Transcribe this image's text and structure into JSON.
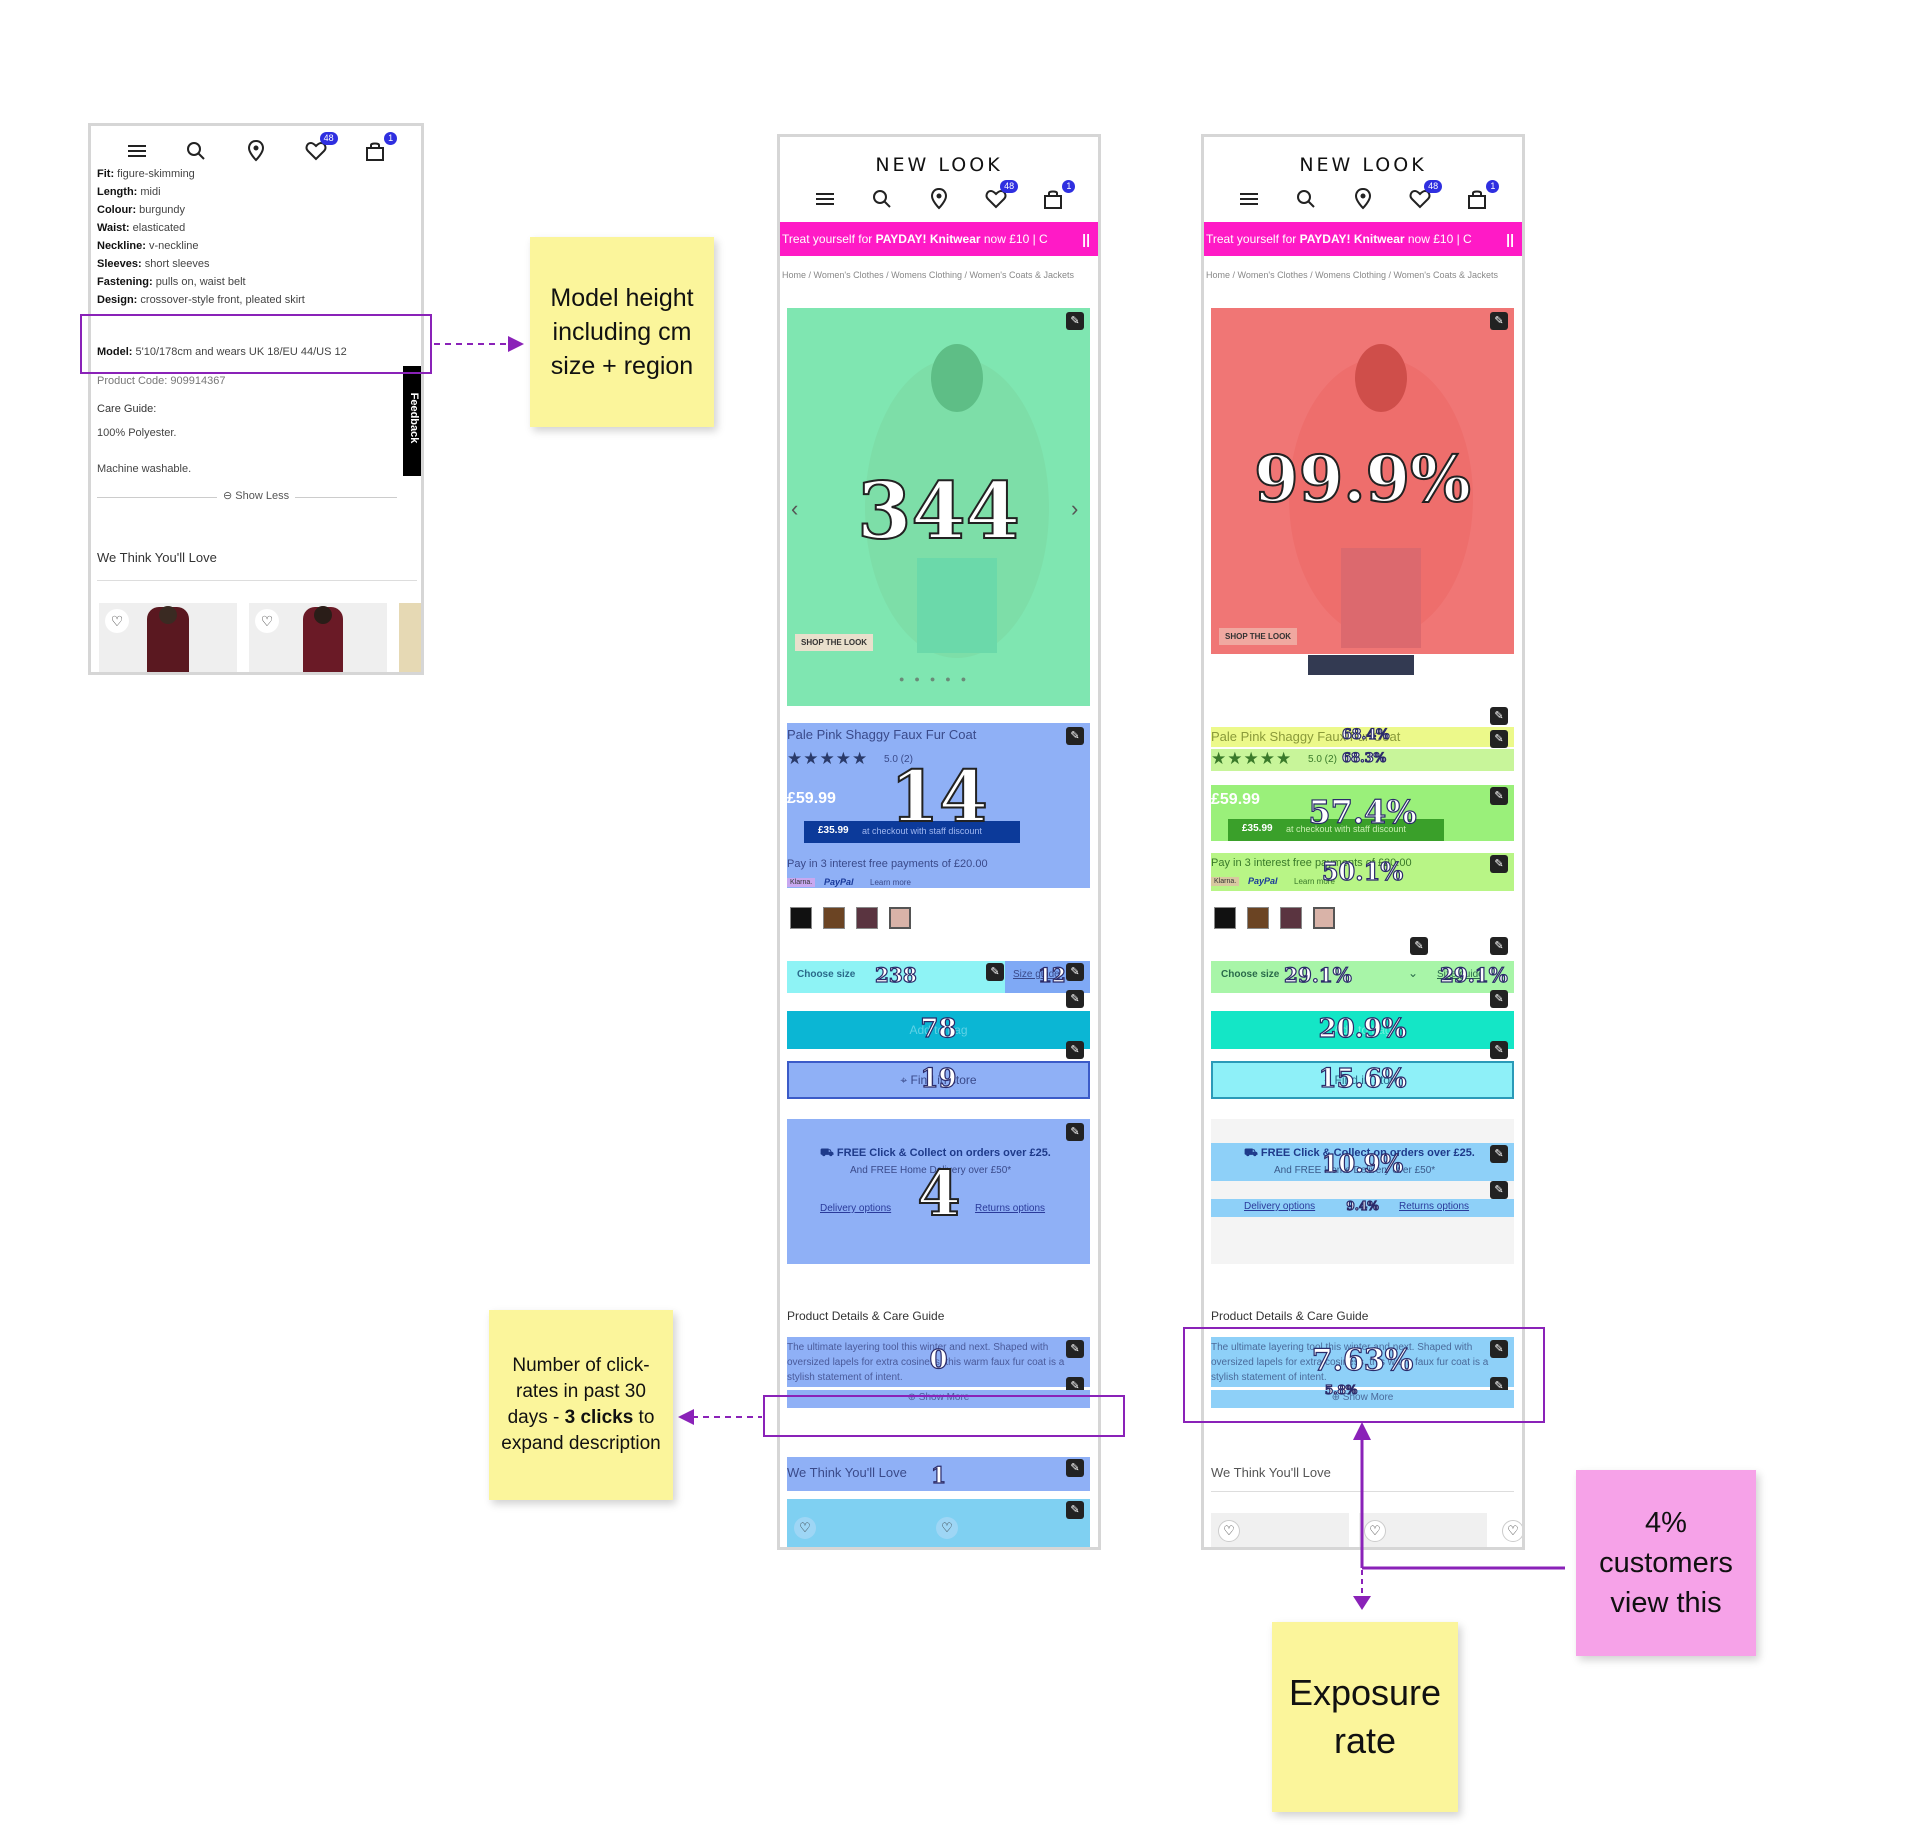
{
  "left_phone": {
    "wishlist_count": "48",
    "bag_count": "1",
    "specs": [
      {
        "key": "Fit:",
        "value": "figure-skimming"
      },
      {
        "key": "Length:",
        "value": "midi"
      },
      {
        "key": "Colour:",
        "value": "burgundy"
      },
      {
        "key": "Waist:",
        "value": "elasticated"
      },
      {
        "key": "Neckline:",
        "value": "v-neckline"
      },
      {
        "key": "Sleeves:",
        "value": "short sleeves"
      },
      {
        "key": "Fastening:",
        "value": "pulls on, waist belt"
      },
      {
        "key": "Design:",
        "value": "crossover-style front, pleated skirt"
      }
    ],
    "model_key": "Model:",
    "model_value": "5'10/178cm and wears UK 18/EU 44/US 12",
    "product_code": "Product Code: 909914367",
    "care_guide_title": "Care Guide:",
    "care_material": "100% Polyester.",
    "care_wash": "Machine washable.",
    "show_less": "Show Less",
    "feedback": "Feedback",
    "we_think": "We Think You'll Love"
  },
  "phone_common": {
    "logo": "NEW LOOK",
    "wishlist_count": "48",
    "bag_count": "1",
    "promo_prefix": "Treat yourself for ",
    "promo_bold1": "PAYDAY!",
    "promo_mid": " ",
    "promo_bold2": "Knitwear",
    "promo_suffix": " now £10 | C",
    "promo_pause": "||",
    "breadcrumbs": "Home / Women's Clothes / Womens Clothing / Women's Coats & Jackets",
    "shop_the_look": "SHOP THE LOOK",
    "product_name": "Pale Pink Shaggy Faux Fur Coat",
    "stars": "★★★★★",
    "rating": "5.0 (2)",
    "price": "£59.99",
    "staff_price": "£35.99",
    "staff_text": "at checkout with staff discount",
    "pay_in_3": "Pay in 3 interest free payments of £20.00",
    "klarna": "Klarna.",
    "paypal": "PayPal",
    "learn_more": "Learn more",
    "choose_size": "Choose size",
    "size_guide": "Size guide",
    "add_to_bag": "Add to bag",
    "find_in_store": "Find in store",
    "free_cc": "FREE Click & Collect on orders over £25.",
    "free_home": "And FREE Home Delivery over £50*",
    "delivery_options": "Delivery options",
    "returns_options": "Returns options",
    "details_title": "Product Details & Care Guide",
    "description": "The ultimate layering tool this winter and next. Shaped with oversized lapels for extra cosiness, this warm faux fur coat is a stylish statement of intent.",
    "show_more": "Show More",
    "we_think": "We Think You'll Love",
    "swatch_colors": [
      "#111111",
      "#6b4423",
      "#5a3440",
      "#d9b3a8"
    ]
  },
  "click_counts": {
    "hero": "344",
    "product_info": "14",
    "choose_size": "238",
    "size_guide": "12",
    "add_to_bag": "78",
    "find_in_store": "19",
    "delivery": "4",
    "description": "0",
    "show_more": "",
    "we_think": "1"
  },
  "exposure": {
    "hero": "99.9%",
    "product_name": "68.4%",
    "rating": "68.3%",
    "price": "57.4%",
    "pay_in_3": "50.1%",
    "choose_size": "29.1%",
    "size_guide": "29.1%",
    "add_to_bag": "20.9%",
    "find_in_store": "15.6%",
    "free_cc": "10.9%",
    "delivery_links": "9.4%",
    "description": "7.63%",
    "show_more": "5.8%"
  },
  "stickies": {
    "model_height": "Model height including cm size + region",
    "clicks_pre": "Number of click-rates in past 30 days - ",
    "clicks_bold": "3 clicks",
    "clicks_post": " to expand description",
    "four_percent": "4% customers view this",
    "exposure_rate": "Exposure rate"
  },
  "colors": {
    "promo": "#ff1ac6",
    "annotation": "#8a22b8",
    "sticky_yellow": "#fbf59b",
    "sticky_pink": "#f6a2e8",
    "heat_green": "#7ff0b8",
    "heat_blue": "#7fa9f5",
    "heat_red": "#f37f7f"
  }
}
